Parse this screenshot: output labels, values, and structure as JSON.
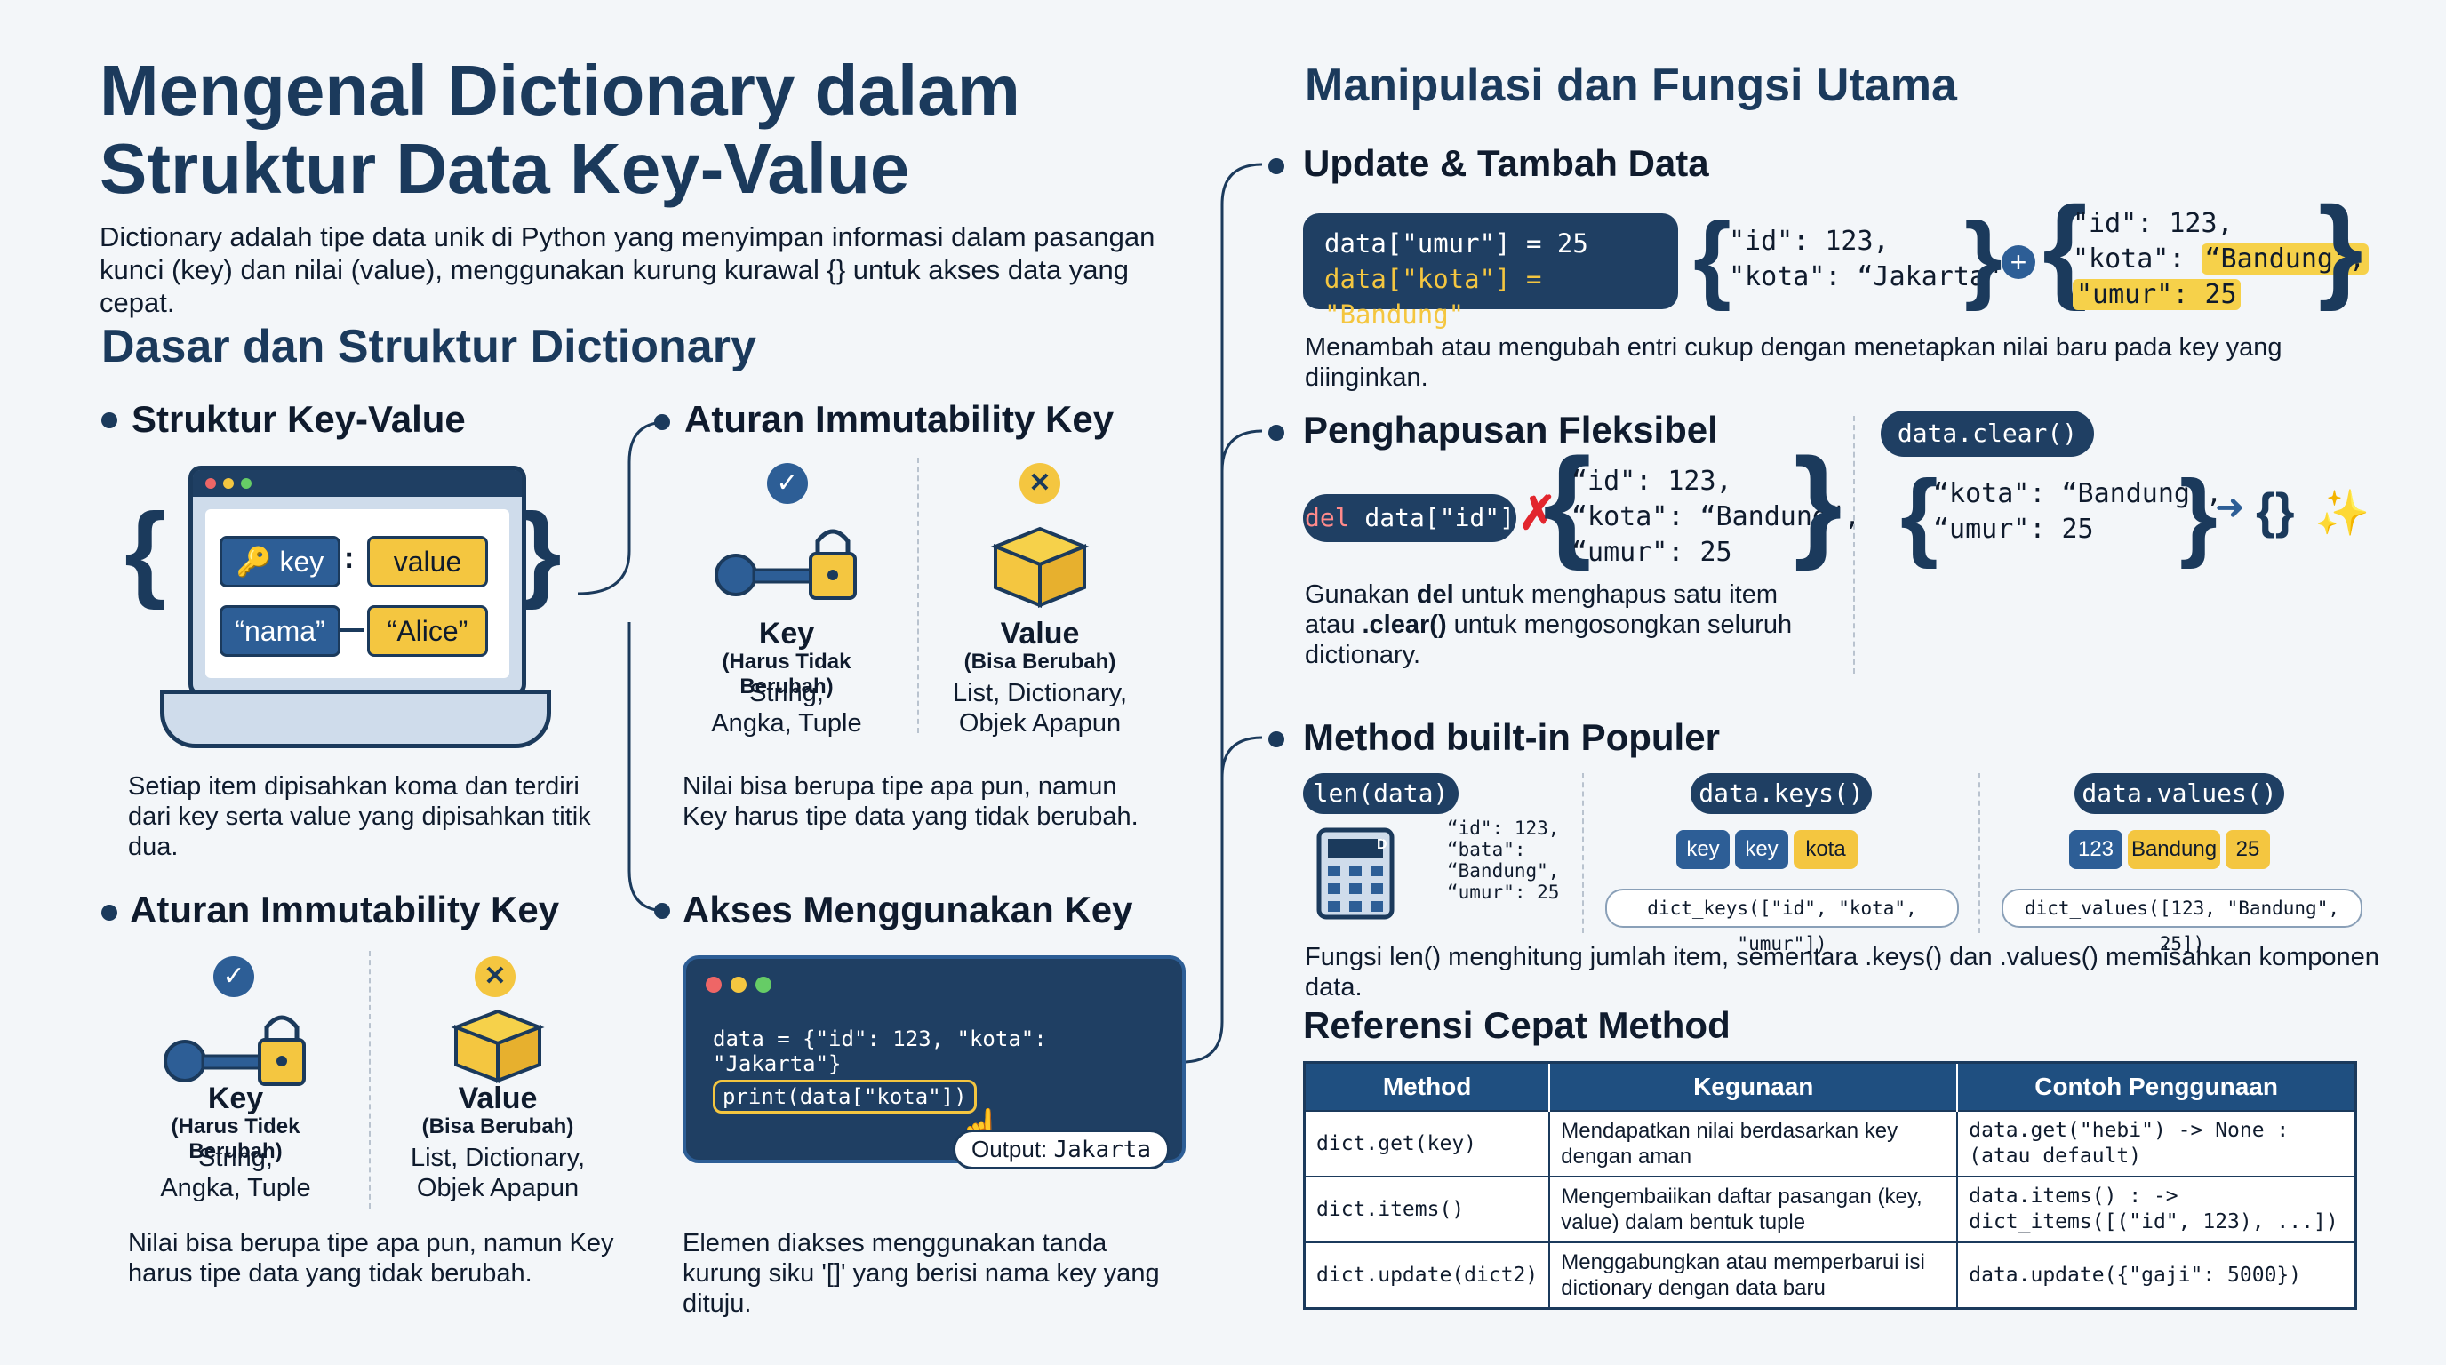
{
  "title": "Mengenal Dictionary dalam Struktur Data Key-Value",
  "intro": "Dictionary adalah tipe data unik di Python yang menyimpan informasi dalam pasangan kunci (key) dan nilai (value), menggunakan kurung kurawal {} untuk akses data yang cepat.",
  "left": {
    "section_title": "Dasar dan Struktur Dictionary",
    "kv": {
      "heading": "Struktur Key-Value",
      "key_label": "key",
      "colon": ":",
      "value_label": "value",
      "example_key": "“nama”",
      "example_value": "“Alice”",
      "caption": "Setiap item dipisahkan koma dan terdiri dari key serta value yang dipisahkan titik dua."
    },
    "immut_top": {
      "heading": "Aturan Immutability Key",
      "key_title": "Key",
      "key_sub": "(Harus Tidak Berubah)",
      "key_types": "String, Angka, Tuple",
      "value_title": "Value",
      "value_sub": "(Bisa Berubah)",
      "value_types": "List, Dictionary, Objek Apapun",
      "caption": "Nilai bisa berupa tipe apa pun, namun Key harus tipe data yang tidak berubah."
    },
    "immut_bottom": {
      "heading": "Aturan Immutability Key",
      "key_title": "Key",
      "key_sub": "(Harus Tidek Berubah)",
      "key_types": "String, Angka, Tuple",
      "value_title": "Value",
      "value_sub": "(Bisa Berubah)",
      "value_types": "List, Dictionary, Objek Apapun",
      "caption": "Nilai bisa berupa tipe apa pun, namun Key harus tipe data yang tidak berubah."
    },
    "access": {
      "heading": "Akses Menggunakan Key",
      "code_line1": "data = {\"id\": 123, \"kota\": \"Jakarta\"}",
      "code_line2": "print(data[\"kota\"])",
      "output_label": "Output:",
      "output_value": "Jakarta",
      "caption": "Elemen diakses menggunakan tanda kurung siku '[]' yang berisi nama key yang dituju."
    }
  },
  "right": {
    "section_title": "Manipulasi dan Fungsi Utama",
    "update": {
      "heading": "Update & Tambah Data",
      "code_line1": "data[\"umur\"] = 25",
      "code_line2": "data[\"kota\"] = \"Bandung\"",
      "before_1": "\"id\": 123,",
      "before_2": "\"kota\": “Jakarta\"",
      "after_1": "\"id\": 123,",
      "after_2a": "\"kota\":",
      "after_2b": "“Bandung\",",
      "after_3": "\"umur\": 25",
      "caption": "Menambah atau mengubah entri cukup dengan menetapkan nilai baru pada key yang diinginkan."
    },
    "delete": {
      "heading": "Penghapusan Fleksibel",
      "del_keyword": "del",
      "del_expr": "data[\"id\"]",
      "dict_1": "“id\": 123,",
      "dict_2": "“kota\": “Bandung\",",
      "dict_3": "“umur\": 25",
      "clear_label": "data.clear()",
      "clear_dict_1": "“kota\": “Bandung\",",
      "clear_dict_2": "“umur\": 25",
      "empty_dict": "{}",
      "caption_a": "Gunakan ",
      "caption_b": "del",
      "caption_c": " untuk menghapus satu item atau ",
      "caption_d": ".clear()",
      "caption_e": " untuk mengosongkan seluruh dictionary."
    },
    "methods": {
      "heading": "Method built-in Populer",
      "len_label": "len(data)",
      "len_dict_1": "“id\": 123,",
      "len_dict_2": "“bata\":",
      "len_dict_3": "“Bandung\",",
      "len_dict_4": "“umur\": 25",
      "calc_d": "D",
      "keys_label": "data.keys()",
      "keys_chips": [
        "key",
        "key",
        "kota"
      ],
      "keys_result": "dict_keys([\"id\", \"kota\", \"umur\"])",
      "values_label": "data.values()",
      "values_chips": [
        "123",
        "Bandung",
        "25"
      ],
      "values_result": "dict_values([123, \"Bandung\", 25])",
      "caption": "Fungsi len() menghitung jumlah item, sementara .keys() dan .values() memisahkan komponen data."
    },
    "reference": {
      "heading": "Referensi Cepat Method",
      "headers": [
        "Method",
        "Kegunaan",
        "Contoh Penggunaan"
      ],
      "rows": [
        {
          "method": "dict.get(key)",
          "use": "Mendapatkan nilai berdasarkan key dengan aman",
          "example": "data.get(\"hebi\") -> None : (atau default)"
        },
        {
          "method": "dict.items()",
          "use": "Mengembaiikan daftar pasangan (key, value) dalam bentuk tuple",
          "example": "data.items() : -> dict_items([(\"id\", 123), ...])"
        },
        {
          "method": "dict.update(dict2)",
          "use": "Menggabungkan atau memperbarui isi dictionary dengan data baru",
          "example": "data.update({\"gaji\": 5000})"
        }
      ]
    }
  },
  "colors": {
    "navy": "#1b3a5c",
    "code_bg": "#1f3f63",
    "yellow": "#f4c640",
    "chip_blue": "#2d5e96"
  }
}
